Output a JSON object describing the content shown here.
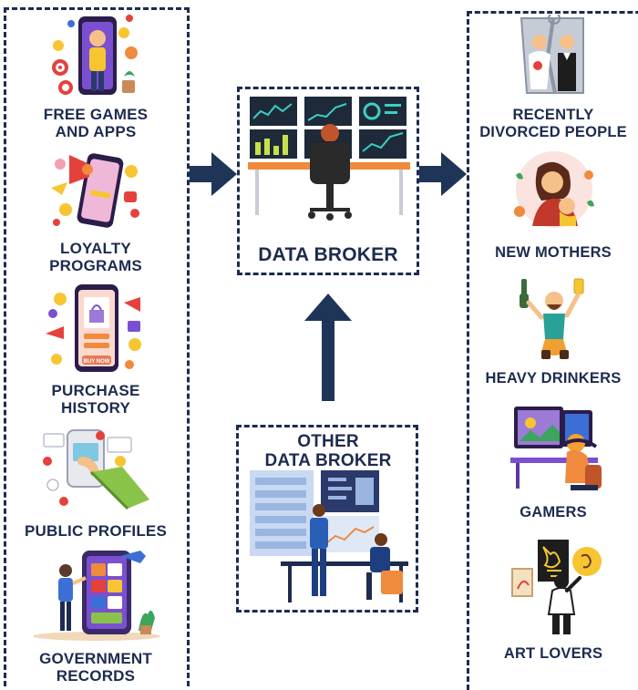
{
  "sources": [
    {
      "id": "free-games",
      "label_line1": "FREE GAMES",
      "label_line2": "AND APPS"
    },
    {
      "id": "loyalty",
      "label_line1": "LOYALTY",
      "label_line2": "PROGRAMS"
    },
    {
      "id": "purchase",
      "label_line1": "PURCHASE",
      "label_line2": "HISTORY",
      "button_text": "BUY NOW"
    },
    {
      "id": "public",
      "label_line1": "PUBLIC PROFILES",
      "label_line2": ""
    },
    {
      "id": "government",
      "label_line1": "GOVERNMENT",
      "label_line2": "RECORDS"
    }
  ],
  "broker": {
    "label": "DATA BROKER"
  },
  "other_broker": {
    "label_line1": "OTHER",
    "label_line2": "DATA BROKER"
  },
  "targets": [
    {
      "id": "divorced",
      "label_line1": "RECENTLY",
      "label_line2": "DIVORCED PEOPLE"
    },
    {
      "id": "mothers",
      "label_line1": "NEW MOTHERS",
      "label_line2": ""
    },
    {
      "id": "drinkers",
      "label_line1": "HEAVY DRINKERS",
      "label_line2": ""
    },
    {
      "id": "gamers",
      "label_line1": "GAMERS",
      "label_line2": ""
    },
    {
      "id": "art",
      "label_line1": "ART LOVERS",
      "label_line2": ""
    }
  ],
  "colors": {
    "navy": "#1d2b4f",
    "arrow": "#1f3558",
    "orange": "#f08a3c",
    "purple": "#7a4fd0",
    "yellow": "#f7c531",
    "red": "#e5413c",
    "teal": "#2aa198",
    "blue": "#3c6fd6"
  }
}
